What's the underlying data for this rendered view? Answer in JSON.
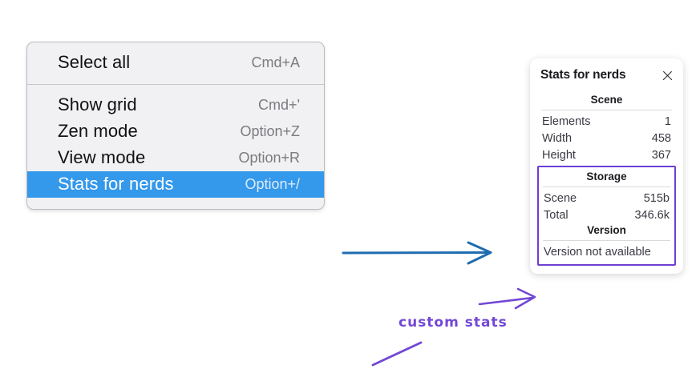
{
  "context_menu": {
    "groups": [
      {
        "items": [
          {
            "label": "Select all",
            "shortcut": "Cmd+A",
            "selected": false
          }
        ]
      },
      {
        "items": [
          {
            "label": "Show grid",
            "shortcut": "Cmd+'",
            "selected": false
          },
          {
            "label": "Zen mode",
            "shortcut": "Option+Z",
            "selected": false
          },
          {
            "label": "View mode",
            "shortcut": "Option+R",
            "selected": false
          },
          {
            "label": "Stats for nerds",
            "shortcut": "Option+/",
            "selected": true
          }
        ]
      }
    ],
    "highlight_color": "#3498eb"
  },
  "stats_panel": {
    "title": "Stats for nerds",
    "close_icon": "close-icon",
    "sections": [
      {
        "heading": "Scene",
        "rows": [
          {
            "key": "Elements",
            "value": "1"
          },
          {
            "key": "Width",
            "value": "458"
          },
          {
            "key": "Height",
            "value": "367"
          }
        ]
      },
      {
        "heading": "Storage",
        "rows": [
          {
            "key": "Scene",
            "value": "515b"
          },
          {
            "key": "Total",
            "value": "346.6k"
          }
        ]
      },
      {
        "heading": "Version",
        "text": "Version not available"
      }
    ],
    "highlight_border_color": "#6d3fd4"
  },
  "annotations": {
    "blue_arrow": {
      "name": "blue-arrow",
      "color": "#1f6cb0"
    },
    "purple_arrow": {
      "name": "purple-arrow",
      "color": "#7247d6"
    },
    "caption": "custom stats"
  }
}
